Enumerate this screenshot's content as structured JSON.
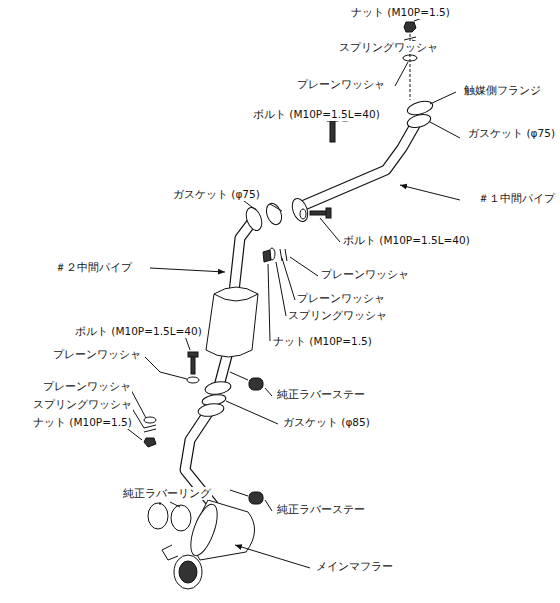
{
  "diagram": {
    "labels": [
      "ナット (M10P=1.5)",
      "スプリングワッシャ",
      "プレーンワッシャ",
      "ボルト (M10P=1.5L=40)",
      "触媒側フランジ",
      "ガスケット (φ75)",
      "ガスケット (φ75)",
      "＃１中間パイプ",
      "ボルト (M10P=1.5L=40)",
      "プレーンワッシャ",
      "＃２中間パイプ",
      "プレーンワッシャ",
      "スプリングワッシャ",
      "ナット (M10P=1.5)",
      "ボルト (M10P=1.5L=40)",
      "プレーンワッシャ",
      "純正ラバーステー",
      "プレーンワッシャ",
      "スプリングワッシャ",
      "ナット (M10P=1.5)",
      "ガスケット (φ85)",
      "純正ラバーリング",
      "純正ラバーステー",
      "メインマフラー"
    ]
  }
}
